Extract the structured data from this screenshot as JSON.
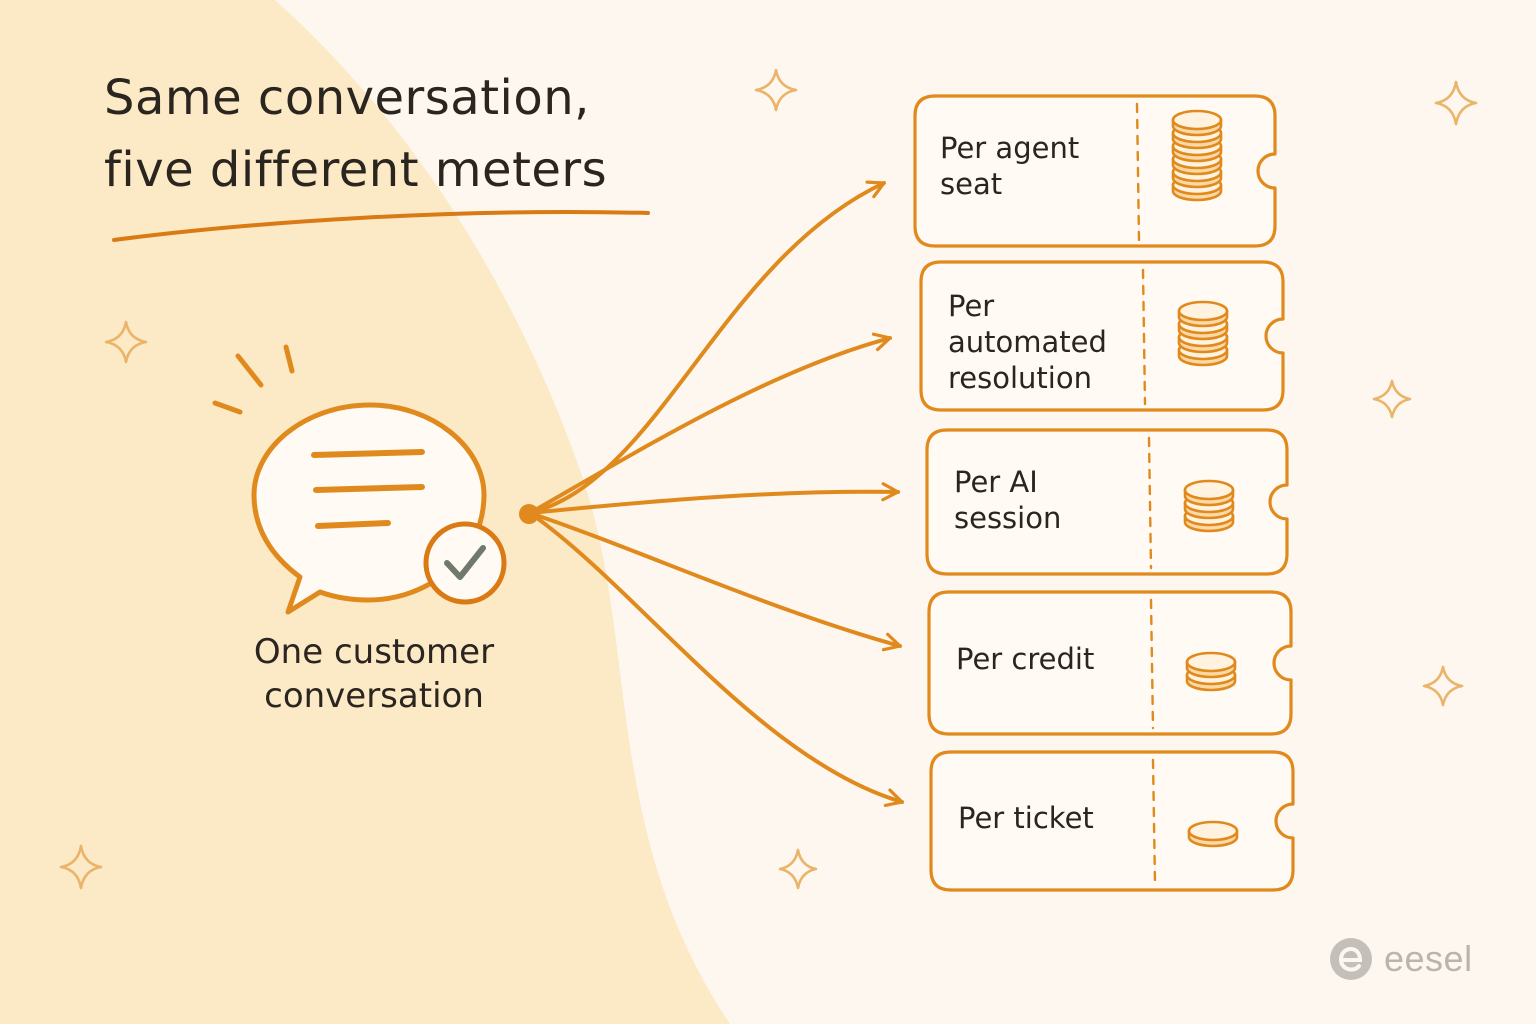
{
  "title": {
    "line1": "Same conversation,",
    "line2": "five different meters"
  },
  "source": {
    "line1": "One customer",
    "line2": "conversation"
  },
  "meters": [
    {
      "line1": "Per agent",
      "line2": "seat",
      "line3": "",
      "coins": 6
    },
    {
      "line1": "Per",
      "line2": "automated",
      "line3": "resolution",
      "coins": 4
    },
    {
      "line1": "Per AI",
      "line2": "session",
      "line3": "",
      "coins": 3
    },
    {
      "line1": "Per credit",
      "line2": "",
      "line3": "",
      "coins": 2
    },
    {
      "line1": "Per ticket",
      "line2": "",
      "line3": "",
      "coins": 1
    }
  ],
  "brand": {
    "name": "eesel",
    "icon": "eesel-logo-icon"
  },
  "colors": {
    "accent": "#e08a1e",
    "accent_dark": "#d07a16",
    "background": "#fdf7ef",
    "band": "#fce9c6",
    "coin_fill": "#fbd9a6",
    "check": "#6f7a6c",
    "text": "#2b2520",
    "brand_gray": "#b9b5ae"
  }
}
